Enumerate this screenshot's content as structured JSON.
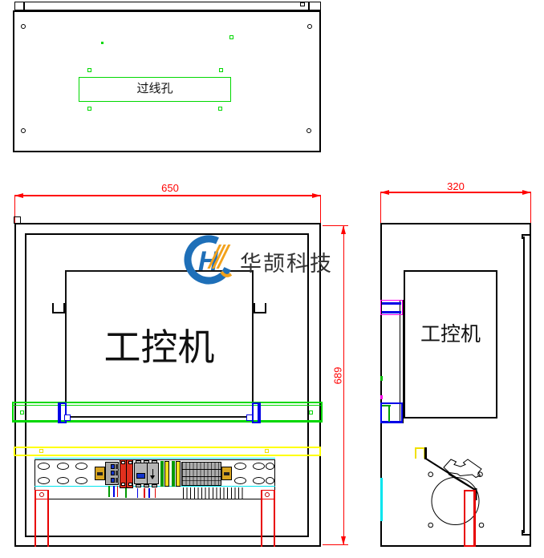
{
  "views": {
    "top": {
      "cable_hole_label": "过线孔"
    },
    "front": {
      "width_dimension": "650",
      "height_dimension": "689",
      "device_label": "工控机"
    },
    "side": {
      "depth_dimension": "320",
      "device_label": "工控机"
    }
  },
  "brand": {
    "name": "华颉科技",
    "logo_letter": "H"
  },
  "colors": {
    "dimension_red": "#ff0000",
    "annotation_green": "#00d800",
    "highlight_yellow": "#ffff00",
    "accent_cyan": "#00e5ee",
    "accent_magenta": "#ff00ee",
    "accent_blue": "#0000e6",
    "component_red": "#e0301e",
    "component_orange": "#d9a520",
    "component_gray": "#b5b5b5",
    "logo_blue": "#1e6fb8",
    "logo_orange": "#f2a21c"
  }
}
